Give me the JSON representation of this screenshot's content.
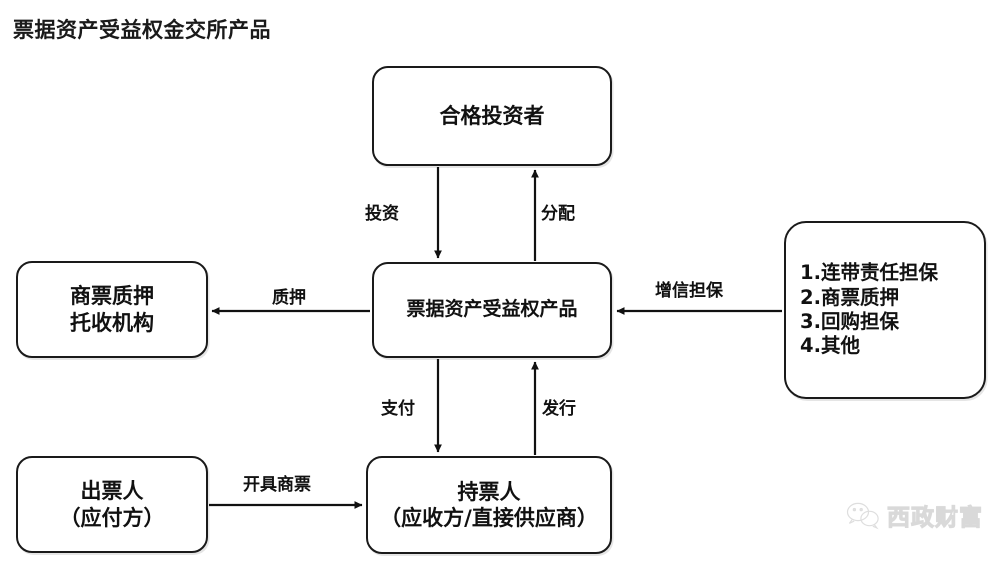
{
  "title": "票据资产受益权金交所产品",
  "nodes": {
    "investor": {
      "name": "qualified-investor",
      "lines": [
        "合格投资者"
      ]
    },
    "product": {
      "name": "receivable-beneficiary-product",
      "lines": [
        "票据资产受益权产品"
      ]
    },
    "custody": {
      "name": "commercial-bill-pledge-collection-agency",
      "lines": [
        "商票质押",
        "托收机构"
      ]
    },
    "drawer": {
      "name": "bill-drawer",
      "lines": [
        "出票人",
        "（应付方）"
      ]
    },
    "holder": {
      "name": "bill-holder",
      "lines": [
        "持票人",
        "（应收方/直接供应商）"
      ]
    },
    "credit": {
      "name": "credit-enhancement-options",
      "lines": [
        "1.连带责任担保",
        "2.商票质押",
        "3.回购担保",
        "4.其他"
      ]
    }
  },
  "edges": {
    "invest": "投资",
    "distribute": "分配",
    "pledge": "质押",
    "credit_guarantee": "增信担保",
    "payment": "支付",
    "issue": "发行",
    "issue_bill": "开具商票"
  },
  "watermark": {
    "icon": "wechat-icon",
    "text": "西政财富"
  },
  "colors": {
    "stroke": "#1a1a1a",
    "background": "#ffffff",
    "text": "#111111",
    "watermark": "#dddddd"
  }
}
